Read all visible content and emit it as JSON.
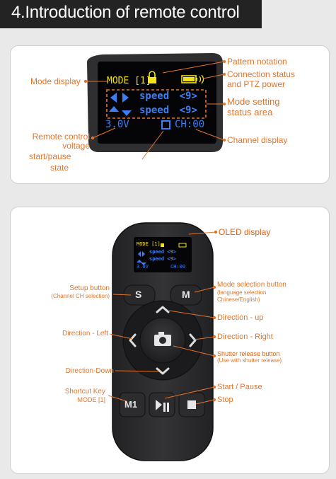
{
  "page": {
    "title": "4.Introduction of remote control"
  },
  "screen_labels": {
    "mode_display": "Mode display",
    "pattern_notation": "Pattern notation",
    "connection_status": "Connection status",
    "connection_status_2": "and PTZ power",
    "mode_setting": "Mode setting",
    "mode_setting_2": "status area",
    "remote_voltage": "Remote control",
    "remote_voltage_2": "voltage",
    "channel_display": "Channel display",
    "start_pause_state": "start/pause",
    "start_pause_state_2": "state"
  },
  "oled": {
    "mode": "MODE",
    "mode_index": "[1]",
    "speed_label": "speed",
    "speed_value_1": "<9>",
    "speed_value_2": "<9>",
    "voltage": "3.0V",
    "channel": "CH:00"
  },
  "remote_labels": {
    "oled_display": "OLED display",
    "setup_button": "Setup button",
    "setup_button_sub": "(Channel CH selection)",
    "mode_selection": "Mode selection button",
    "mode_selection_sub1": "(language selection",
    "mode_selection_sub2": "Chinese/English)",
    "direction_up": "Direction - up",
    "direction_left": "Direction - Left",
    "direction_right": "Direction - Right",
    "shutter_release": "Shutter release button",
    "shutter_release_sub": "(Use with shutter release)",
    "direction_down": "Direction-Down",
    "shortcut_key": "Shortcut Key",
    "shortcut_key_2": "MODE [1]",
    "start_pause": "Start / Pause",
    "stop": "Stop"
  },
  "buttons": {
    "s": "S",
    "m": "M",
    "m1": "M1"
  },
  "colors": {
    "accent_orange": "#e2752c",
    "oled_blue": "#3b7ff2",
    "oled_yellow": "#f3e11a",
    "remote_body": "#2a2a2c",
    "title_bar": "#232323"
  }
}
